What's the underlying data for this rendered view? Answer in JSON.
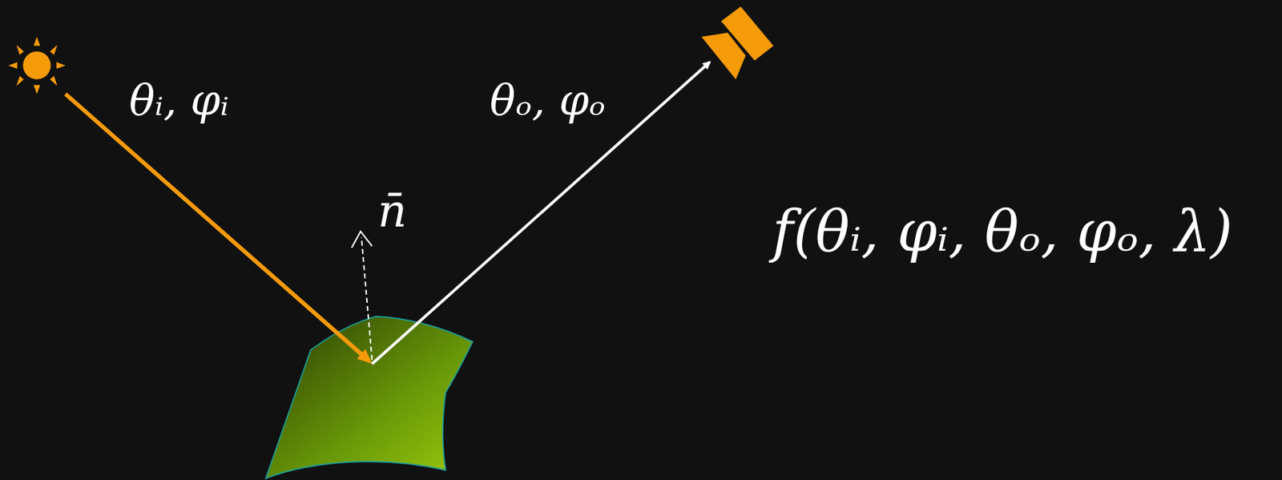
{
  "diagram": {
    "labels": [
      "θᵢ, φᵢ",
      "θₒ, φₒ",
      "n̄",
      "f(θᵢ, φᵢ, θₒ, φₒ, λ)"
    ]
  }
}
